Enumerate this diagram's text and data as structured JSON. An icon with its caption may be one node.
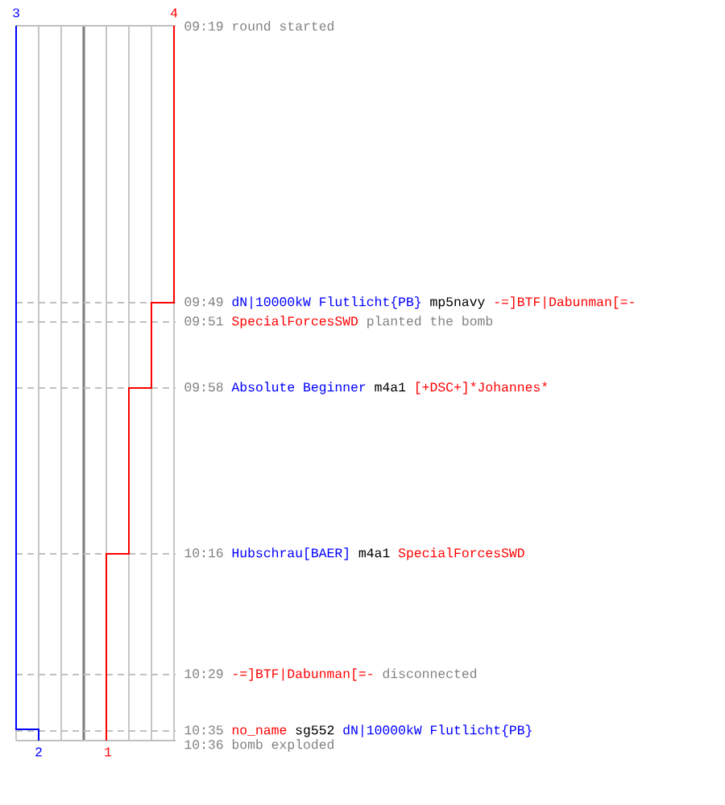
{
  "diagram": {
    "labels": [
      "3",
      "4",
      "09:19",
      "round started",
      "09:49",
      "dN|10000kW Flutlicht{PB}",
      "mp5navy",
      "-=]BTF|Dabunman[=-",
      "09:51",
      "SpecialForcesSWD",
      "planted the bomb",
      "09:58",
      "Absolute Beginner",
      "m4a1",
      "[+DSC+]*Johannes*",
      "10:16",
      "Hubschrau[BAER]",
      "m4a1",
      "SpecialForcesSWD",
      "10:29",
      "-=]BTF|Dabunman[=-",
      "disconnected",
      "10:35",
      "no_name",
      "sg552",
      "dN|10000kW Flutlicht{PB}",
      "10:36",
      "bomb exploded",
      "2",
      "1"
    ]
  }
}
